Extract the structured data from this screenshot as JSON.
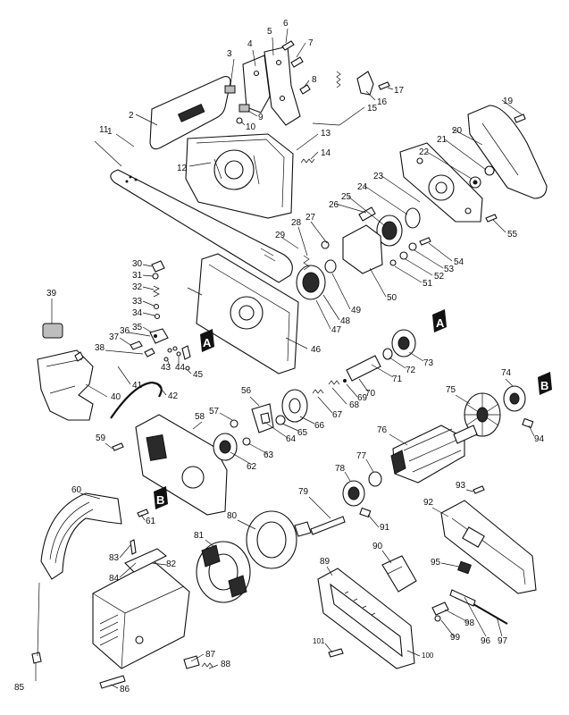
{
  "diagram": {
    "part_numbers": [
      "1",
      "2",
      "3",
      "4",
      "5",
      "6",
      "7",
      "8",
      "9",
      "10",
      "11",
      "12",
      "13",
      "14",
      "15",
      "16",
      "17",
      "19",
      "20",
      "21",
      "22",
      "23",
      "24",
      "25",
      "26",
      "27",
      "28",
      "29",
      "30",
      "31",
      "32",
      "33",
      "34",
      "35",
      "36",
      "37",
      "38",
      "39",
      "40",
      "41",
      "42",
      "43",
      "44",
      "45",
      "46",
      "47",
      "48",
      "49",
      "50",
      "51",
      "52",
      "53",
      "54",
      "55",
      "56",
      "57",
      "58",
      "59",
      "60",
      "61",
      "62",
      "63",
      "64",
      "65",
      "66",
      "67",
      "68",
      "69",
      "70",
      "71",
      "72",
      "73",
      "74",
      "75",
      "76",
      "77",
      "78",
      "79",
      "80",
      "81",
      "82",
      "83",
      "84",
      "85",
      "86",
      "87",
      "88",
      "89",
      "90",
      "91",
      "92",
      "93",
      "94",
      "95",
      "96",
      "97",
      "98",
      "99",
      "100",
      "101"
    ],
    "callouts": [
      "A",
      "A",
      "B",
      "B"
    ]
  }
}
